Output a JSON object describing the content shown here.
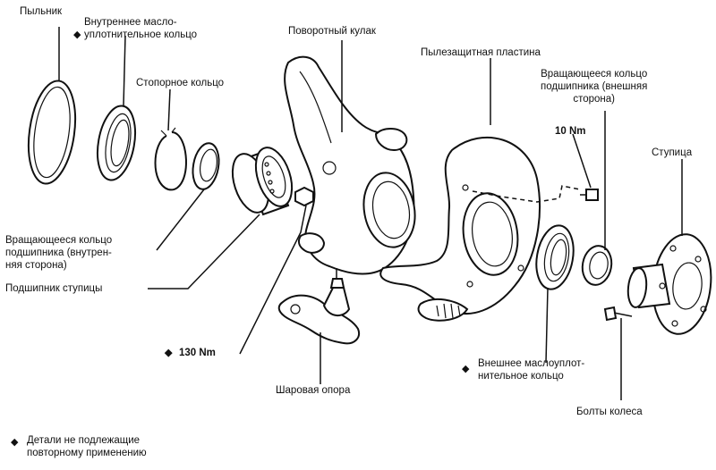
{
  "labels": {
    "dust_seal": "Пыльник",
    "inner_oil_seal": "Внутреннее масло-\nуплотнительное кольцо",
    "snap_ring": "Стопорное кольцо",
    "steering_knuckle": "Поворотный кулак",
    "dust_deflector": "Пылезащитная пластина",
    "outer_rotor_ring": "Вращающееся кольцо\nподшипника (внешняя\nсторона)",
    "torque_10": "10 Nm",
    "hub": "Ступица",
    "inner_rotor_ring": "Вращающееся кольцо\nподшипника (внутрен-\nняя сторона)",
    "hub_bearing": "Подшипник ступицы",
    "torque_130": "130 Nm",
    "ball_joint": "Шаровая опора",
    "outer_oil_seal": "Внешнее маслоуплот-\nнительное кольцо",
    "wheel_bolts": "Болты колеса",
    "legend": "Детали не подлежащие\nповторному применению"
  },
  "symbols": {
    "non_reusable_marker": "◆"
  }
}
